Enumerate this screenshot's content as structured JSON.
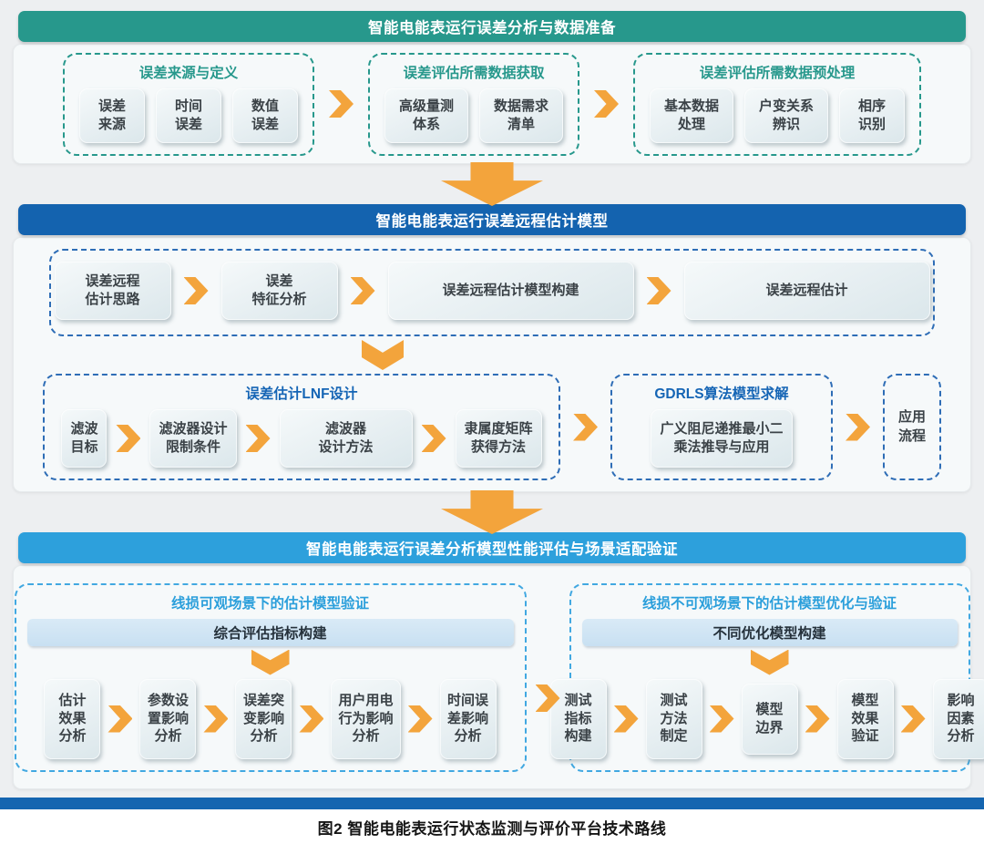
{
  "colors": {
    "teal": "#27988c",
    "blue": "#1463af",
    "sky": "#2da0dc",
    "orange": "#f3a43c",
    "orange_dark": "#d98f22",
    "bar_blue": "#1565b0"
  },
  "sections": [
    {
      "title": "智能电能表运行误差分析与数据准备",
      "groups": [
        {
          "title": "误差来源与定义",
          "items": [
            "误差\n来源",
            "时间\n误差",
            "数值\n误差"
          ]
        },
        {
          "title": "误差评估所需数据获取",
          "items": [
            "高级量测\n体系",
            "数据需求\n清单"
          ]
        },
        {
          "title": "误差评估所需数据预处理",
          "items": [
            "基本数据\n处理",
            "户变关系\n辨识",
            "相序\n识别"
          ]
        }
      ]
    },
    {
      "title": "智能电能表运行误差远程估计模型",
      "row1": {
        "items": [
          "误差远程\n估计思路",
          "误差\n特征分析",
          "误差远程估计模型构建",
          "误差远程估计"
        ]
      },
      "lnf": {
        "title": "误差估计LNF设计",
        "items": [
          "滤波\n目标",
          "滤波器设计\n限制条件",
          "滤波器\n设计方法",
          "隶属度矩阵\n获得方法"
        ]
      },
      "gdrls": {
        "title": "GDRLS算法模型求解",
        "items": [
          "广义阻尼递推最小二\n乘法推导与应用"
        ]
      },
      "app_flow": {
        "label": "应用\n流程"
      }
    },
    {
      "title": "智能电能表运行误差分析模型性能评估与场景适配验证",
      "left": {
        "title": "线损可观场景下的估计模型验证",
        "subbar": "综合评估指标构建",
        "items": [
          "估计\n效果\n分析",
          "参数设\n置影响\n分析",
          "误差突\n变影响\n分析",
          "用户用电\n行为影响\n分析",
          "时间误\n差影响\n分析"
        ]
      },
      "right": {
        "title": "线损不可观场景下的估计模型优化与验证",
        "subbar": "不同优化模型构建",
        "items": [
          "测试\n指标\n构建",
          "测试\n方法\n制定",
          "模型\n边界",
          "模型\n效果\n验证",
          "影响\n因素\n分析"
        ]
      }
    }
  ],
  "caption": {
    "text": "图2  智能电能表运行状态监测与评价平台技术路线"
  }
}
